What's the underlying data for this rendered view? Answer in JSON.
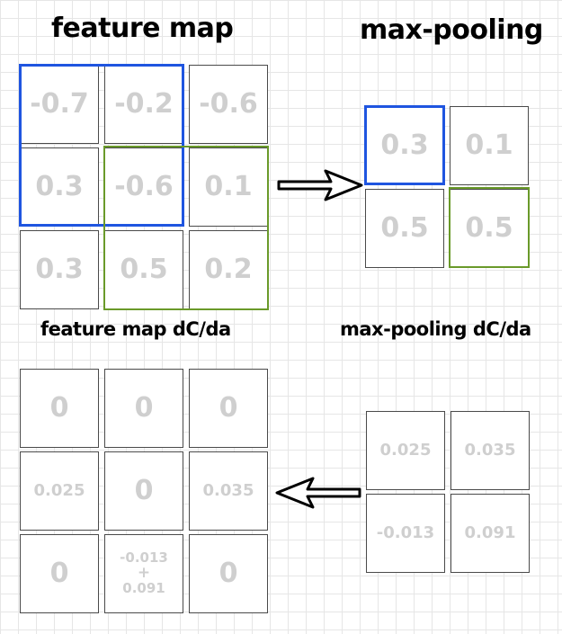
{
  "titles": {
    "feature_map": "feature map",
    "max_pooling": "max-pooling",
    "feature_map_grad": "feature map dC/da",
    "max_pooling_grad": "max-pooling dC/da"
  },
  "feature_map": [
    [
      "-0.7",
      "-0.2",
      "-0.6"
    ],
    [
      "0.3",
      "-0.6",
      "0.1"
    ],
    [
      "0.3",
      "0.5",
      "0.2"
    ]
  ],
  "max_pooling": [
    [
      "0.3",
      "0.1"
    ],
    [
      "0.5",
      "0.5"
    ]
  ],
  "feature_map_grad": [
    [
      "0",
      "0",
      "0"
    ],
    [
      "0.025",
      "0",
      "0.035"
    ],
    [
      "0",
      {
        "top": "-0.013",
        "op": "+",
        "bottom": "0.091"
      },
      "0"
    ]
  ],
  "max_pooling_grad": [
    [
      "0.025",
      "0.035"
    ],
    [
      "-0.013",
      "0.091"
    ]
  ],
  "highlights": {
    "blue": "#1f55e0",
    "green": "#6a9a2a"
  }
}
